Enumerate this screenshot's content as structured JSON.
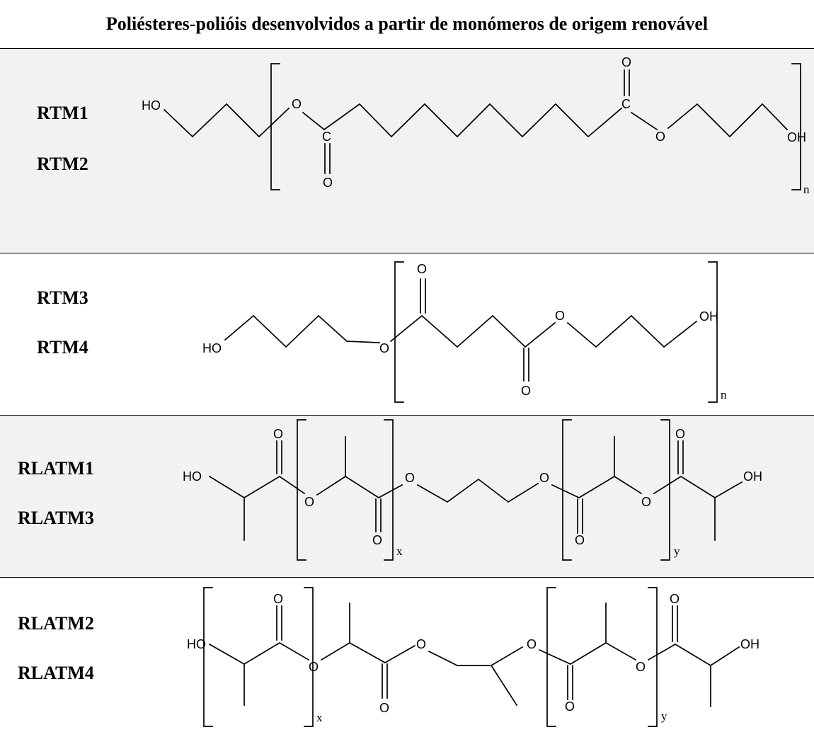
{
  "header": {
    "title": "Poliésteres-polióis desenvolvidos a partir de monómeros de origem renovável"
  },
  "rows": [
    {
      "labels": [
        "RTM1",
        "RTM2"
      ],
      "repeat_subscripts": [
        "n"
      ]
    },
    {
      "labels": [
        "RTM3",
        "RTM4"
      ],
      "repeat_subscripts": [
        "n"
      ]
    },
    {
      "labels": [
        "RLATM1",
        "RLATM3"
      ],
      "repeat_subscripts": [
        "x",
        "y"
      ]
    },
    {
      "labels": [
        "RLATM2",
        "RLATM4"
      ],
      "repeat_subscripts": [
        "x",
        "y"
      ]
    }
  ],
  "atoms": {
    "hydroxyl": "HO",
    "hydroxyl_end": "OH",
    "oxygen": "O",
    "carbon": "C"
  }
}
